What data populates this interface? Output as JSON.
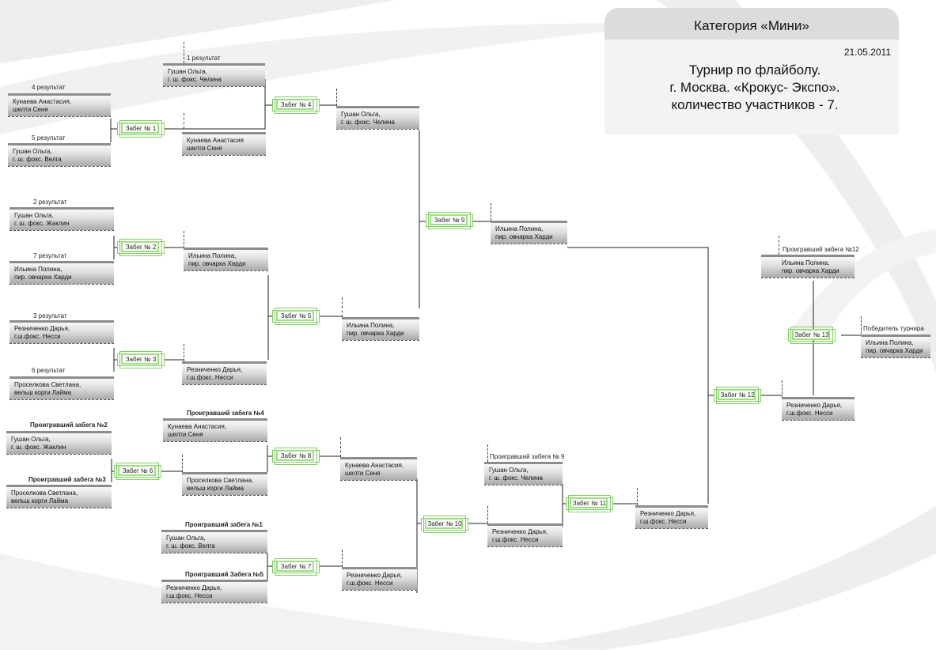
{
  "header": {
    "category": "Категория «Мини»",
    "date": "21.05.2011",
    "line1": "Турнир по флайболу.",
    "line2": "г. Москва. «Крокус- Экспо».",
    "line3": "количество участников - 7."
  },
  "accent_color": "#7fcf62",
  "labels": {
    "r1": "1 результат",
    "r2": "2 результат",
    "r3": "3 результат",
    "r4": "4 результат",
    "r5": "5 результат",
    "r6": "6 результат",
    "r7": "7 результат",
    "l1": "Проигравший забега №1",
    "l2": "Проигравший забега №2",
    "l3": "Проигравший забега №3",
    "l4": "Проигравший забега №4",
    "l5": "Проигравший Забега №5",
    "l9": "Проигравший забега № 9",
    "l12": "Проигравший забега №12",
    "winner": "Победитель турнира"
  },
  "heats": {
    "z1": "Забег № 1",
    "z2": "Забег № 2",
    "z3": "Забег № 3",
    "z4": "Забег № 4",
    "z5": "Забег № 5",
    "z6": "Забег № 6",
    "z7": "Забег № 7",
    "z8": "Забег № 8",
    "z9": "Забег № 9",
    "z10": "Забег № 10",
    "z11": "Забег № 11",
    "z12": "Забег № 12",
    "z13": "Забег № 13"
  },
  "entries": {
    "e_kun_r1": [
      "Кунаева Анастасия,",
      "шелти Сеня"
    ],
    "e_gus_r1": [
      "Гушан Ольга,",
      "г. ш. фокс. Велга"
    ],
    "e_gus_chel_r1": [
      "Гушан Ольга,",
      "г. ш. фокс. Челина"
    ],
    "e_kun_w1": [
      "Кунаева Анастасия",
      "шелти Сеня"
    ],
    "e_gus_chel_w4": [
      "Гушан Ольга,",
      "г. ш. фокс. Челина"
    ],
    "e_gus_jak_r1": [
      "Гушан Ольга,",
      "г. ш. фокс. Жаклин"
    ],
    "e_il_r1": [
      "Ильина Полина,",
      "пир. овчарка Харди"
    ],
    "e_il_w2": [
      "Ильина Полина,",
      "пир. овчарка Харди"
    ],
    "e_rez_r1": [
      "Резниченко Дарья,",
      "г.ш.фокс. Несси"
    ],
    "e_pro_r1": [
      "Проселкова Светлана,",
      "вельш корги Лайма"
    ],
    "e_rez_w3": [
      "Резниченко Дарья,",
      "г.ш.фокс. Несси"
    ],
    "e_il_w5": [
      "Ильина Полина,",
      "пир. овчарка Харди"
    ],
    "e_il_w9": [
      "Ильина Полина,",
      "пир. овчарка Харди"
    ],
    "e_gus_jak_l2": [
      "Гушан Ольга,",
      "г. ш. фокс. Жаклин"
    ],
    "e_pro_l3": [
      "Проселкова Светлана,",
      "вельш корги Лайма"
    ],
    "e_kun_l4": [
      "Кунаева Анастасия,",
      "шелти Сеня"
    ],
    "e_pro_w6": [
      "Проселкова Светлана,",
      "вельш корги Лайма"
    ],
    "e_kun_w8": [
      "Кунаева Анастасия,",
      "шелти Сеня"
    ],
    "e_gus_l1": [
      "Гушан Ольга,",
      "г. ш. фокс. Велга"
    ],
    "e_rez_l5": [
      "Резниченко Дарья,",
      "г.ш.фокс. Несси"
    ],
    "e_rez_w7": [
      "Резниченко Дарья,",
      "г.ш.фокс. Несси"
    ],
    "e_gus_chel_l9": [
      "Гушан Ольга,",
      "г. ш. фокс. Челина"
    ],
    "e_rez_w10": [
      "Резниченко Дарья,",
      "г.ш.фокс. Несси"
    ],
    "e_rez_w11": [
      "Резниченко Дарья,",
      "г.ш.фокс. Несси"
    ],
    "e_il_l12": [
      "Ильина Полина,",
      "пир. овчарка Харди"
    ],
    "e_rez_w12": [
      "Резниченко Дарья,",
      "г.ш.фокс. Несси"
    ],
    "e_il_winner": [
      "Ильина Полина,",
      "пир. овчарка Харди"
    ]
  }
}
